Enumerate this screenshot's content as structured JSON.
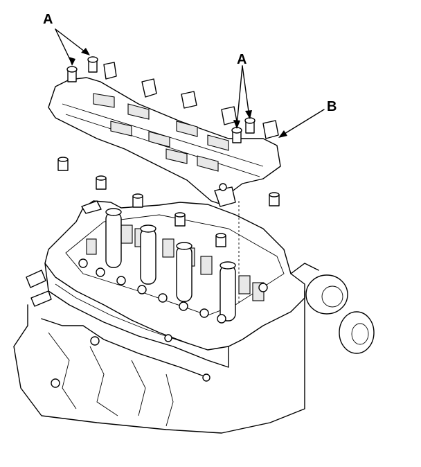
{
  "diagram": {
    "callouts": [
      {
        "id": "A",
        "label": "A"
      },
      {
        "id": "A2",
        "label": "A"
      },
      {
        "id": "B",
        "label": "B"
      }
    ]
  }
}
